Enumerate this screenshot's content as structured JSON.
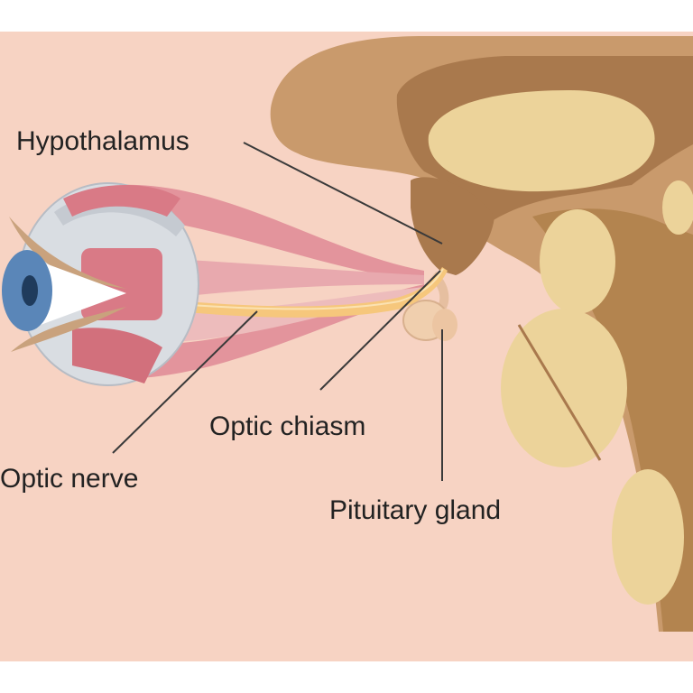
{
  "labels": {
    "hypothalamus": "Hypothalamus",
    "optic_chiasm": "Optic chiasm",
    "optic_nerve": "Optic nerve",
    "pituitary_gland": "Pituitary gland"
  },
  "colors": {
    "background": "#f7d3c3",
    "brain": "#c99a6c",
    "brain_light": "#ecd39a",
    "brain_dark": "#a9794d",
    "muscle": "#d97a86",
    "nerve": "#f6c77c",
    "iris": "#5a86b8"
  }
}
